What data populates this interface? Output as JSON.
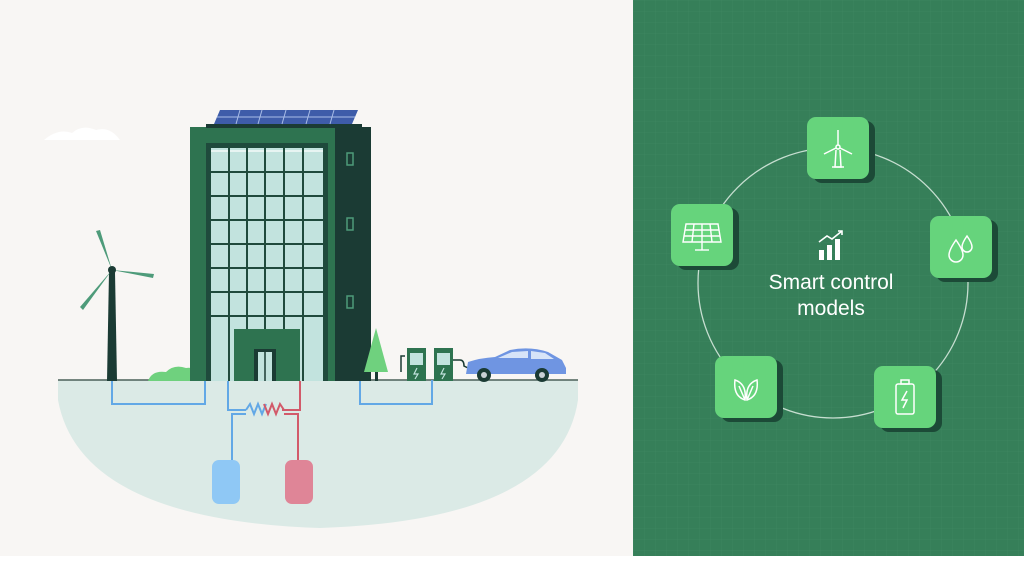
{
  "diagram": {
    "center_label": [
      "Smart control",
      "models"
    ],
    "nodes": [
      {
        "id": "wind-turbine",
        "icon": "wind-turbine-icon"
      },
      {
        "id": "water",
        "icon": "water-drops-icon"
      },
      {
        "id": "battery",
        "icon": "battery-icon"
      },
      {
        "id": "leaf",
        "icon": "leaf-icon"
      },
      {
        "id": "solar-panel",
        "icon": "solar-panel-icon"
      }
    ],
    "center_icon": "growth-chart-icon"
  },
  "scene": {
    "elements": [
      "wind-turbine",
      "office-building",
      "rooftop-solar-panels",
      "shrub",
      "tree",
      "ev-chargers",
      "electric-car",
      "geothermal-pipes",
      "cold-water-tank",
      "hot-water-tank",
      "heat-exchanger"
    ]
  },
  "colors": {
    "scene_background": "#f8f6f4",
    "panel_background": "#367f59",
    "node_fill": "#66d47c",
    "node_shadow": "#1c4a37",
    "building_frame": "#2e7350",
    "building_dark": "#1b3b34",
    "glass": "#c2e3de",
    "ground": "#dbeae6",
    "cold_pipe": "#62a8e6",
    "hot_pipe": "#d25a6a",
    "car": "#6f95e2"
  }
}
